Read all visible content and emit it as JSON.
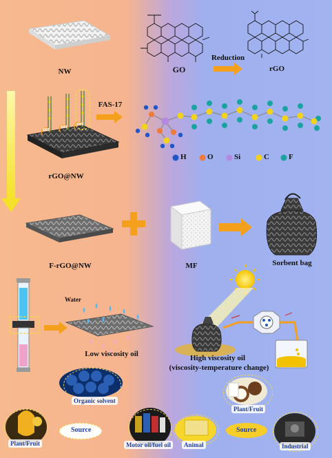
{
  "labels": {
    "nw": "NW",
    "go": "GO",
    "reduction": "Reduction",
    "rgo": "rGO",
    "fas17": "FAS-17",
    "rgo_nw": "rGO@NW",
    "f_rgo_nw": "F-rGO@NW",
    "mf": "MF",
    "sorbent_bag": "Sorbent bag",
    "water": "Water",
    "low_viscosity_oil": "Low viscosity oil",
    "high_viscosity_oil": "High viscosity oil",
    "viscosity_temp_change": "(viscosity-temperature change)",
    "oh": "OH"
  },
  "legend": [
    {
      "symbol": "H",
      "color": "#1f57c8"
    },
    {
      "symbol": "O",
      "color": "#f07a3a"
    },
    {
      "symbol": "Si",
      "color": "#b48ae0"
    },
    {
      "symbol": "C",
      "color": "#f2d21a"
    },
    {
      "symbol": "F",
      "color": "#1aa3a0"
    }
  ],
  "sources": {
    "organic_solvent": "Organic solvent",
    "plant_fruit_top": "Plant/Fruit",
    "plant_fruit_left": "Plant/Fruit",
    "source_left": "Source",
    "motor_oil": "Motor oil/fuel oil",
    "animal": "Animal",
    "source_right": "Source",
    "industrial": "Industrial"
  }
}
